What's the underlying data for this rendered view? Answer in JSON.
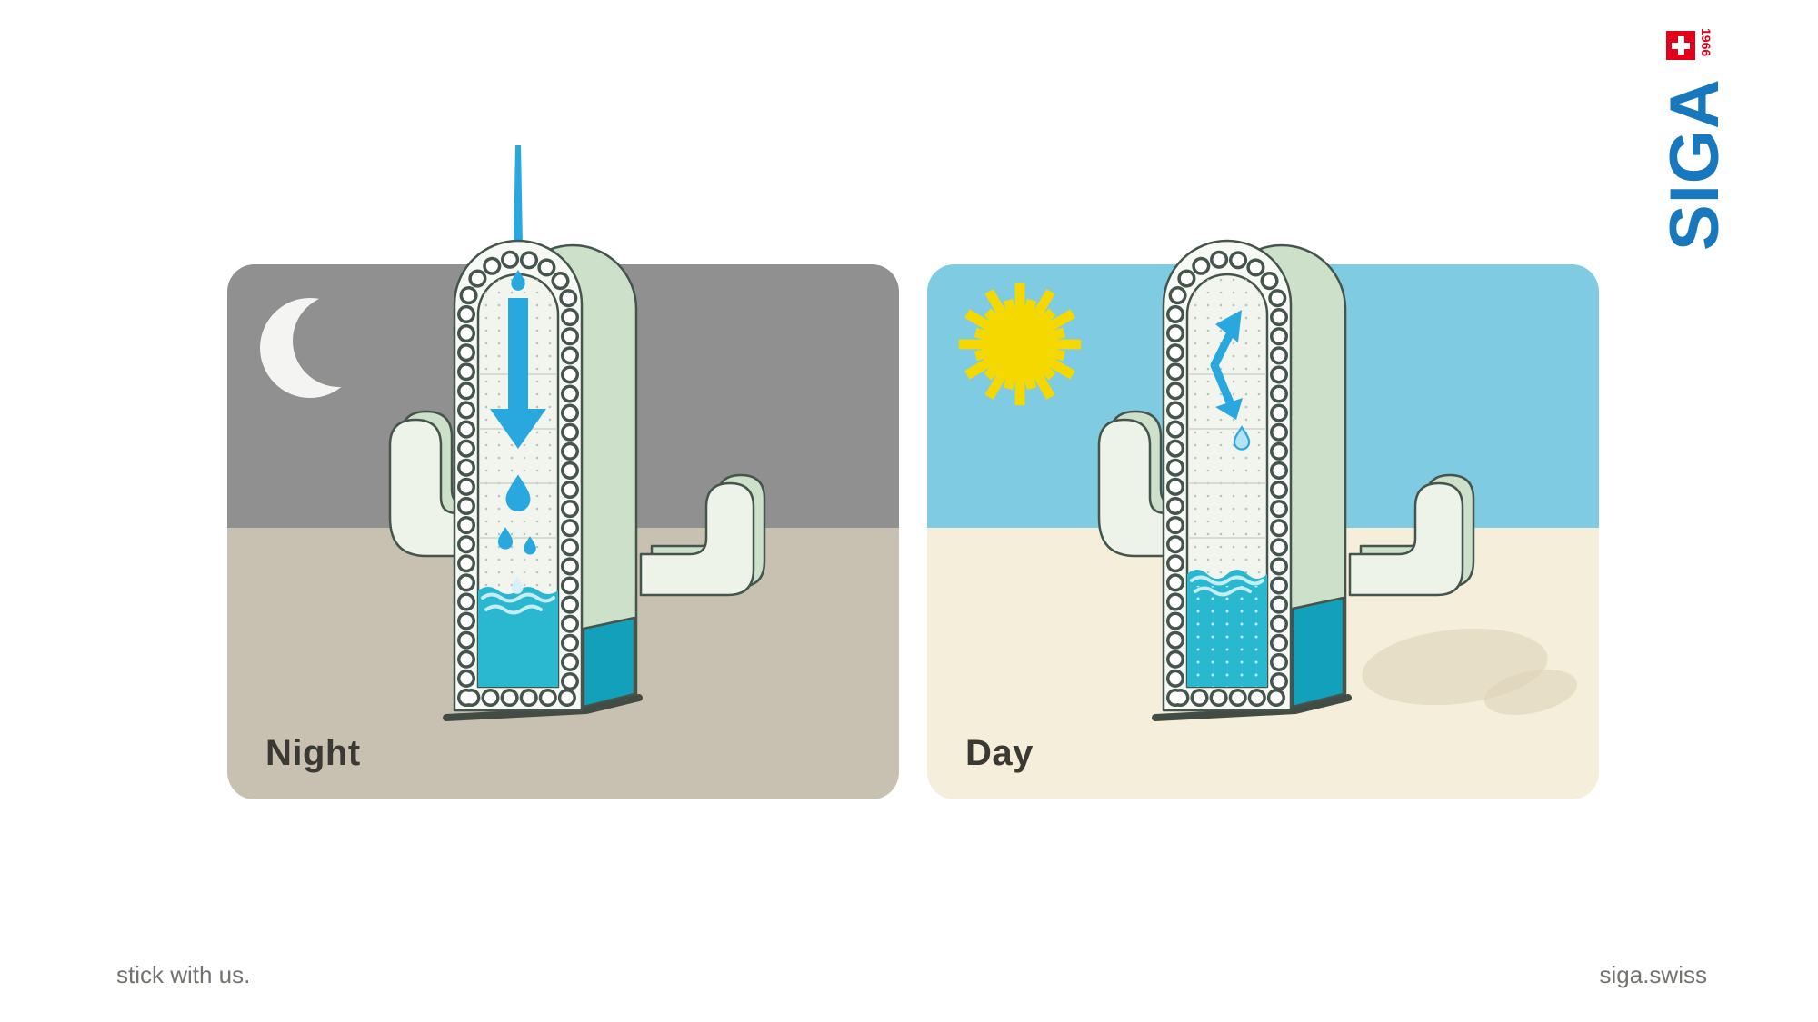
{
  "colors": {
    "siga-blue": "#1878be",
    "siga-red": "#e2001a",
    "night-sky": "#909090",
    "night-ground": "#c8c1b1",
    "day-sky": "#7ecbe2",
    "day-ground": "#f4eeda",
    "water-teal": "#2ab7d0",
    "water-deep": "#13a0ba",
    "arrow-blue": "#29a8e0",
    "cactus-green": "#cde0c9",
    "cactus-pale": "#edf3e9",
    "outline": "#45544c",
    "sun-yellow": "#f5d800",
    "label-dark": "#3a3933",
    "footer-gray": "#73736f",
    "moon-white": "#f4f4f2"
  },
  "logo": {
    "name": "SIGA",
    "year": "1966"
  },
  "panels": {
    "night": {
      "label": "Night",
      "icon": "crescent-moon-icon"
    },
    "day": {
      "label": "Day",
      "icon": "sun-icon"
    }
  },
  "icons": {
    "moon": "crescent shape (circle carved by sky-colored circle)",
    "sun": "starburst of yellow rays around a disc",
    "down-arrow": "thick blue arrow pointing down",
    "up-arrow": "kinked blue double-headed arrow pointing up",
    "droplet": "teardrop water drop"
  },
  "footer": {
    "tagline": "stick with us.",
    "website": "siga.swiss"
  }
}
